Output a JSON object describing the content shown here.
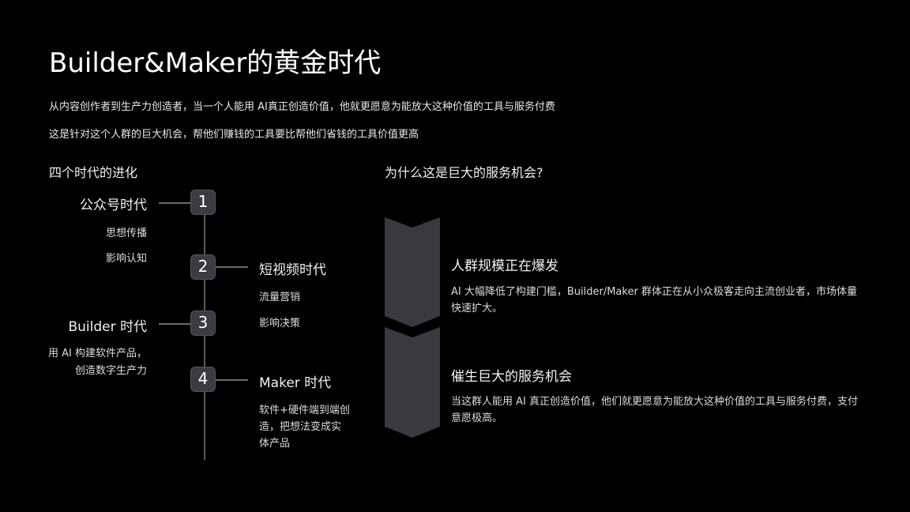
{
  "title": "Builder&Maker的黄金时代",
  "subtitle1": "从内容创作者到生产力创造者，当一个人能用 AI真正创造价值，他就更愿意为能放大这种价值的工具与服务付费",
  "subtitle2": "这是针对这个人群的巨大机会，帮他们赚钱的工具要比帮他们省钱的工具价值更高",
  "left": {
    "heading": "四个时代的进化",
    "eras": [
      {
        "num": "1",
        "title": "公众号时代",
        "lines": [
          "思想传播",
          "影响认知"
        ]
      },
      {
        "num": "2",
        "title": "短视频时代",
        "lines": [
          "流量营销",
          "影响决策"
        ]
      },
      {
        "num": "3",
        "title": "Builder 时代",
        "lines": [
          "用 AI 构建软件产品，",
          "创造数字生产力"
        ]
      },
      {
        "num": "4",
        "title": "Maker 时代",
        "lines": [
          "软件+硬件端到端创",
          "造，把想法变成实",
          "体产品"
        ]
      }
    ]
  },
  "right": {
    "heading": "为什么这是巨大的服务机会?",
    "points": [
      {
        "title": "人群规模正在爆发",
        "body": "AI 大幅降低了构建门槛，Builder/Maker 群体正在从小众极客走向主流创业者，市场体量快速扩大。"
      },
      {
        "title": "催生巨大的服务机会",
        "body": "当这群人能用 AI 真正创造价值，他们就更愿意为能放大这种价值的工具与服务付费，支付意愿极高。"
      }
    ]
  },
  "colors": {
    "background": "#000000",
    "chevron": "#3a3a3e",
    "badge": "#3c3c40"
  }
}
